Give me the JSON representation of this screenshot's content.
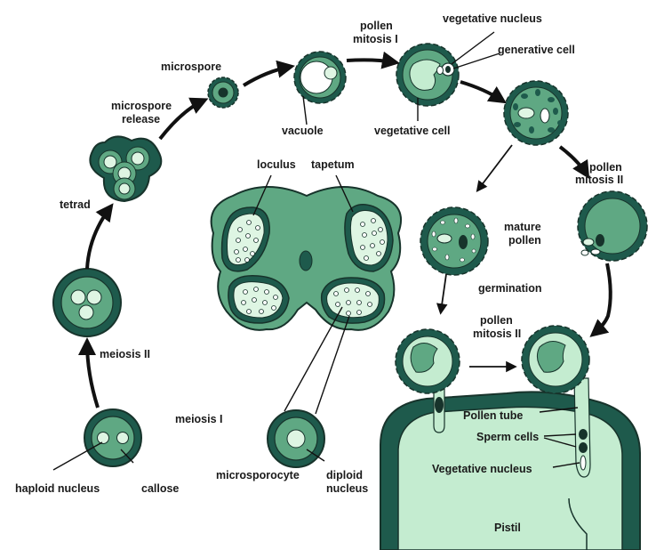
{
  "labels": {
    "microspore": "microspore",
    "microspore_release_1": "microspore",
    "microspore_release_2": "release",
    "pollen_mitosis_1_a": "pollen",
    "pollen_mitosis_1_b": "mitosis I",
    "vegetative_nucleus": "vegetative nucleus",
    "generative_cell": "generative cell",
    "vacuole": "vacuole",
    "vegetative_cell": "vegetative cell",
    "tetrad": "tetrad",
    "loculus": "loculus",
    "tapetum": "tapetum",
    "pollen_mitosis_2_top_a": "pollen",
    "pollen_mitosis_2_top_b": "mitosis II",
    "mature_pollen_a": "mature",
    "mature_pollen_b": "pollen",
    "germination": "germination",
    "meiosis_2": "meiosis II",
    "pollen_mitosis_2_mid_a": "pollen",
    "pollen_mitosis_2_mid_b": "mitosis II",
    "meiosis_1": "meiosis I",
    "pollen_tube": "Pollen tube",
    "sperm_cells": "Sperm cells",
    "vegetative_nucleus_2": "Vegetative nucleus",
    "haploid_nucleus": "haploid nucleus",
    "callose": "callose",
    "microsporocyte": "microsporocyte",
    "diploid_nucleus_a": "diploid",
    "diploid_nucleus_b": "nucleus",
    "pistil": "Pistil"
  },
  "colors": {
    "dark_green": "#1e5a4c",
    "mid_green": "#5fa883",
    "light_green": "#c4ecd0",
    "pale_green": "#def5e3",
    "outline": "#17332b",
    "arrow": "#111111"
  }
}
